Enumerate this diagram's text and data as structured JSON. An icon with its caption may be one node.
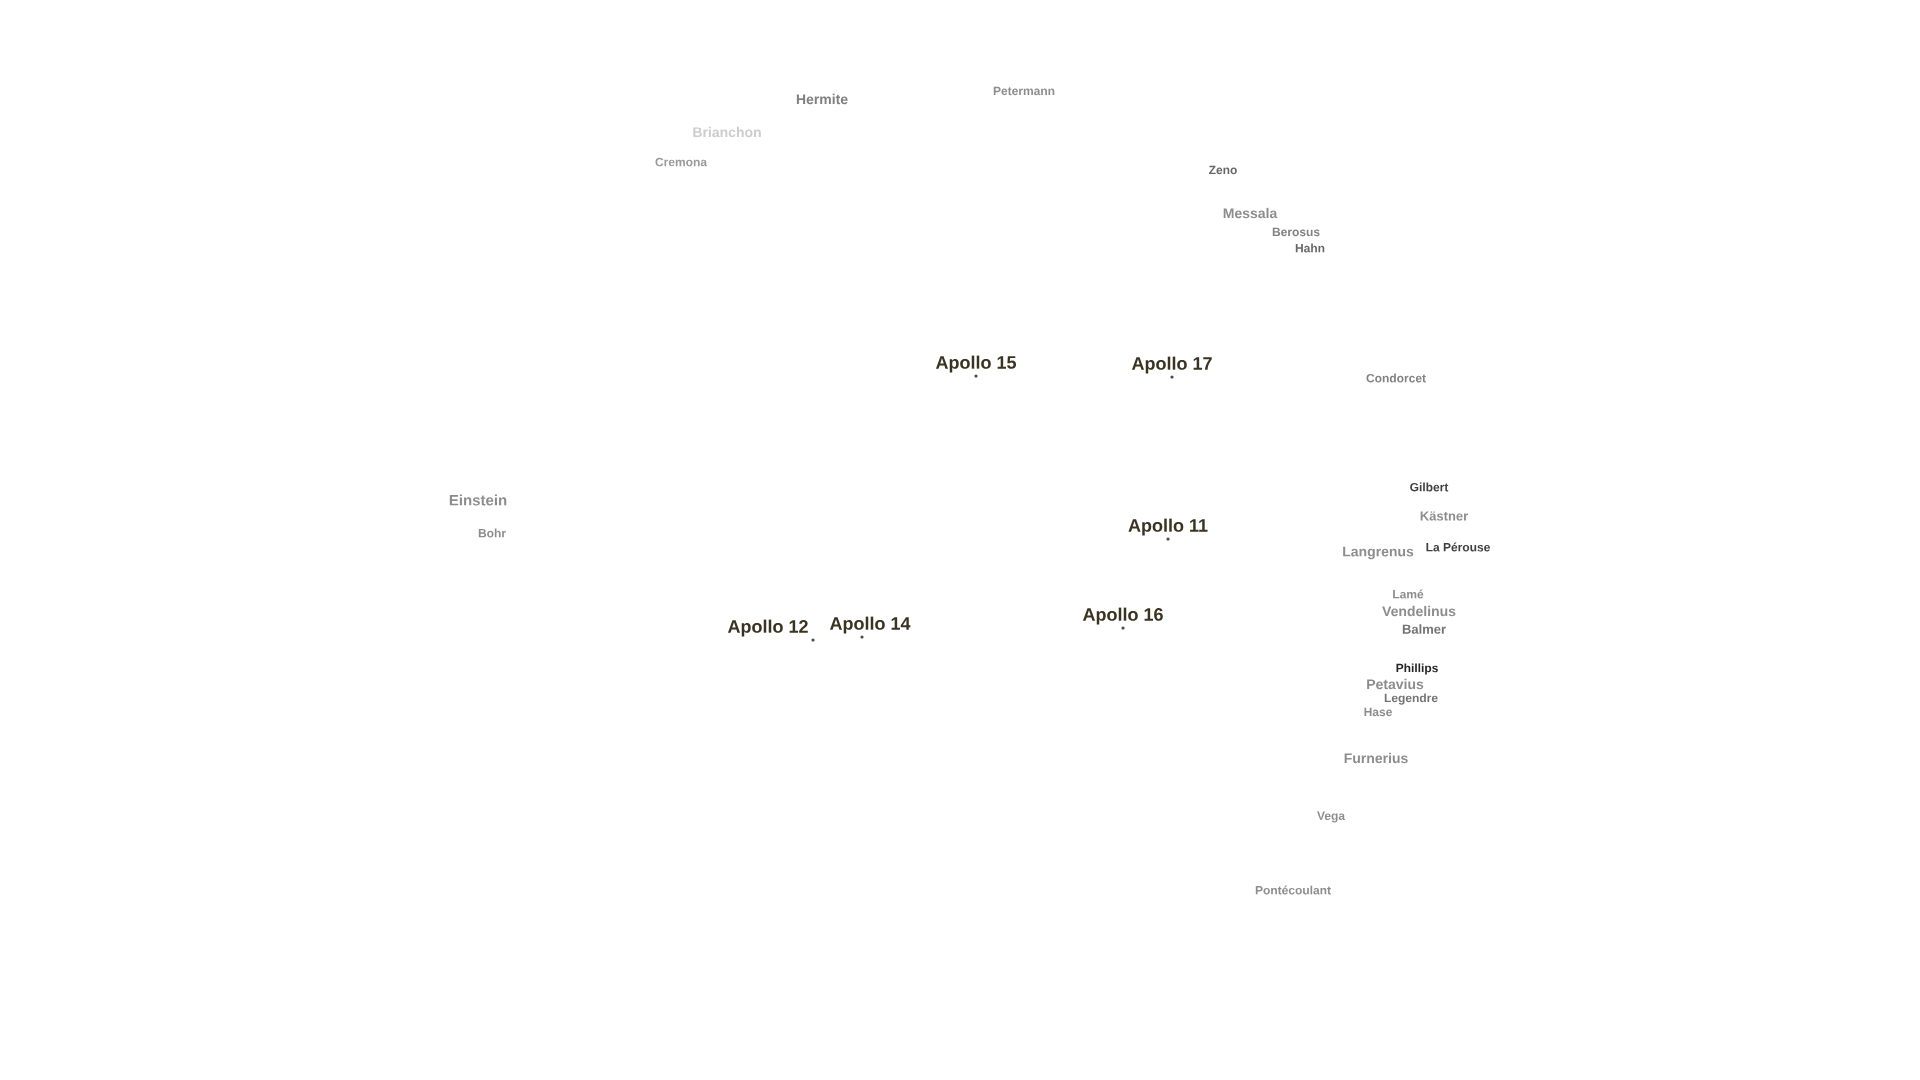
{
  "diagram": {
    "labels": [
      "Petermann",
      "Hermite",
      "Brianchon",
      "Cremona",
      "Zeno",
      "Messala",
      "Berosus",
      "Hahn",
      "Apollo 15",
      "Apollo 17",
      "Condorcet",
      "Gilbert",
      "Einstein",
      "Kästner",
      "Apollo 11",
      "Bohr",
      "La Pérouse",
      "Langrenus",
      "Lamé",
      "Vendelinus",
      "Apollo 16",
      "Apollo 14",
      "Apollo 12",
      "Balmer",
      "Phillips",
      "Petavius",
      "Legendre",
      "Hase",
      "Furnerius",
      "Vega",
      "Pontécoulant"
    ]
  }
}
